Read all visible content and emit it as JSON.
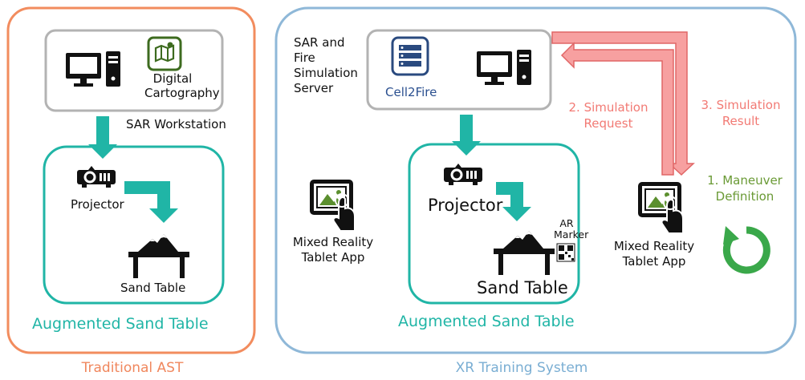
{
  "left_panel": {
    "title": "Traditional AST",
    "workstation_caption": "SAR Workstation",
    "digital_cartography": [
      "Digital",
      "Cartography"
    ],
    "projector": "Projector",
    "sand_table": "Sand Table",
    "ast_label": "Augmented Sand Table"
  },
  "right_panel": {
    "title": "XR Training System",
    "server_label": [
      "SAR and",
      "Fire",
      "Simulation",
      "Server"
    ],
    "cell2fire": "Cell2Fire",
    "projector": "Projector",
    "sand_table": "Sand Table",
    "ar_marker": [
      "AR",
      "Marker"
    ],
    "ast_label": "Augmented Sand Table",
    "tablet_app_left": [
      "Mixed Reality",
      "Tablet App"
    ],
    "tablet_app_right": [
      "Mixed Reality",
      "Tablet App"
    ],
    "step2": [
      "2. Simulation",
      "Request"
    ],
    "step3": [
      "3. Simulation",
      "Result"
    ],
    "step1": [
      "1. Maneuver",
      "Definition"
    ]
  },
  "colors": {
    "orange_frame": "#f28c5e",
    "blue_frame": "#8fb8d8",
    "teal": "#20b5a6",
    "gray_box": "#b3b3b3",
    "red_arrow_fill": "#f7a0a0",
    "red_arrow_stroke": "#e06666",
    "green": "#3aa84a",
    "navy": "#2a4a7f"
  }
}
